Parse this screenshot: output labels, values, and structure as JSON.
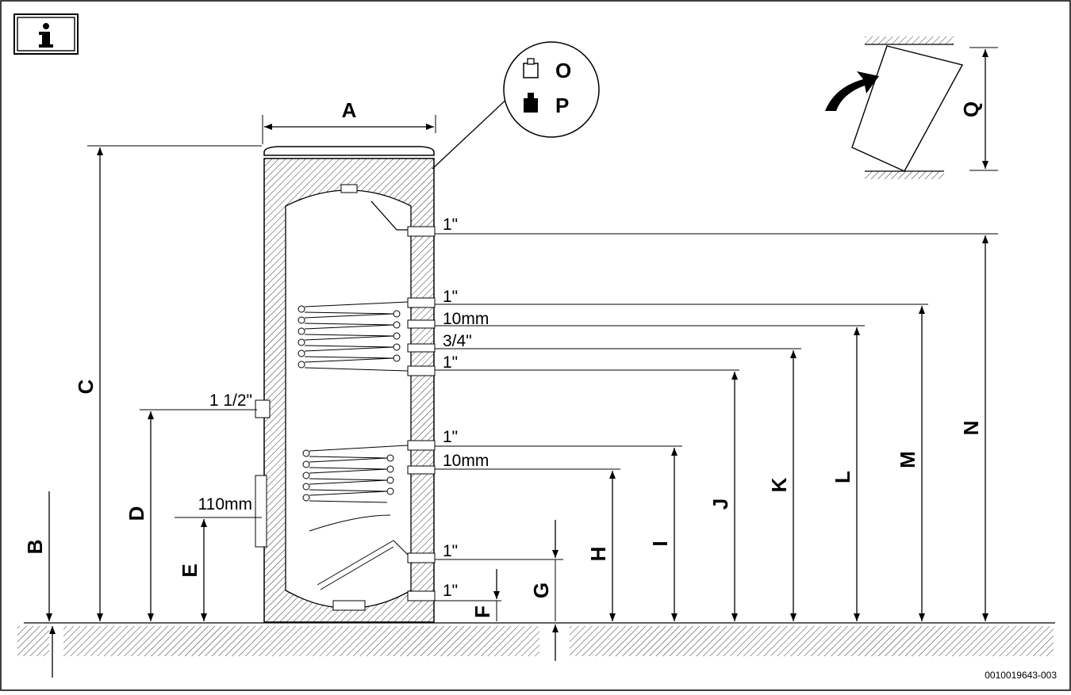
{
  "labels": {
    "A": "A",
    "B": "B",
    "C": "C",
    "D": "D",
    "E": "E",
    "F": "F",
    "G": "G",
    "H": "H",
    "I": "I",
    "J": "J",
    "K": "K",
    "L": "L",
    "M": "M",
    "N": "N",
    "O": "O",
    "P": "P",
    "Q": "Q"
  },
  "connections": [
    "1 1/2\"",
    "110mm",
    "1\"",
    "1\"",
    "10mm",
    "3/4\"",
    "1\"",
    "1\"",
    "10mm",
    "1\"",
    "1\""
  ],
  "reference": "0010019643-003",
  "icons": [
    "info-icon",
    "empty-weight-icon",
    "full-weight-icon",
    "tilt-arrow-icon"
  ]
}
